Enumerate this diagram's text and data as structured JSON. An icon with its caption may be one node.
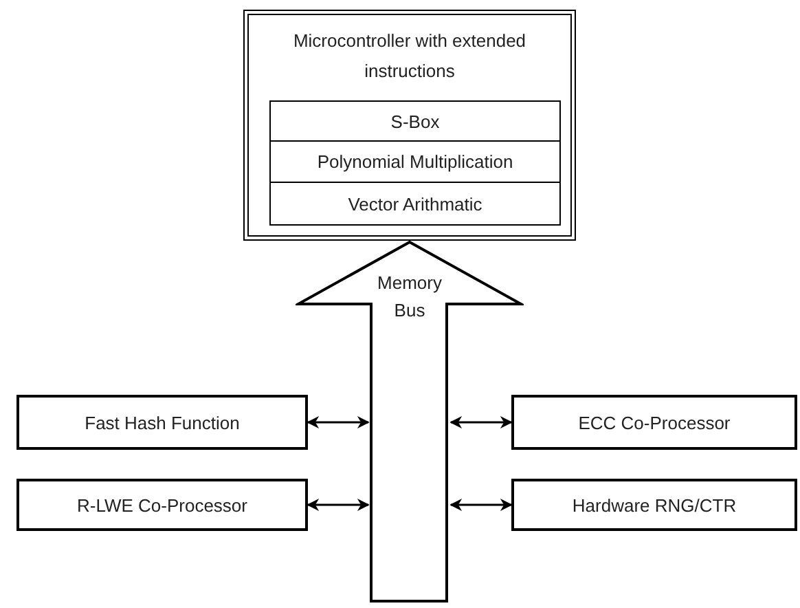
{
  "diagram": {
    "nodes": [
      {
        "text": [
          "Microcontroller with extended instructions"
        ]
      },
      {
        "text": [
          "S-Box"
        ],
        "in": 0
      },
      {
        "text": [
          "Polynomial Multiplication"
        ],
        "in": 0
      },
      {
        "text": [
          "Vector Arithmatic"
        ],
        "in": 0
      },
      {
        "text": [
          "Memory Bus"
        ]
      },
      {
        "text": [
          "Fast Hash Function"
        ]
      },
      {
        "text": [
          "ECC Co-Processor"
        ]
      },
      {
        "text": [
          "R-LWE Co-Processor"
        ]
      },
      {
        "text": [
          "Hardware RNG/CTR"
        ]
      }
    ],
    "edges": [
      {
        "from": 5,
        "to": 4,
        "arrow": "both"
      },
      {
        "from": 6,
        "to": 4,
        "arrow": "both"
      },
      {
        "from": 7,
        "to": 4,
        "arrow": "both"
      },
      {
        "from": 8,
        "to": 4,
        "arrow": "both"
      }
    ]
  }
}
